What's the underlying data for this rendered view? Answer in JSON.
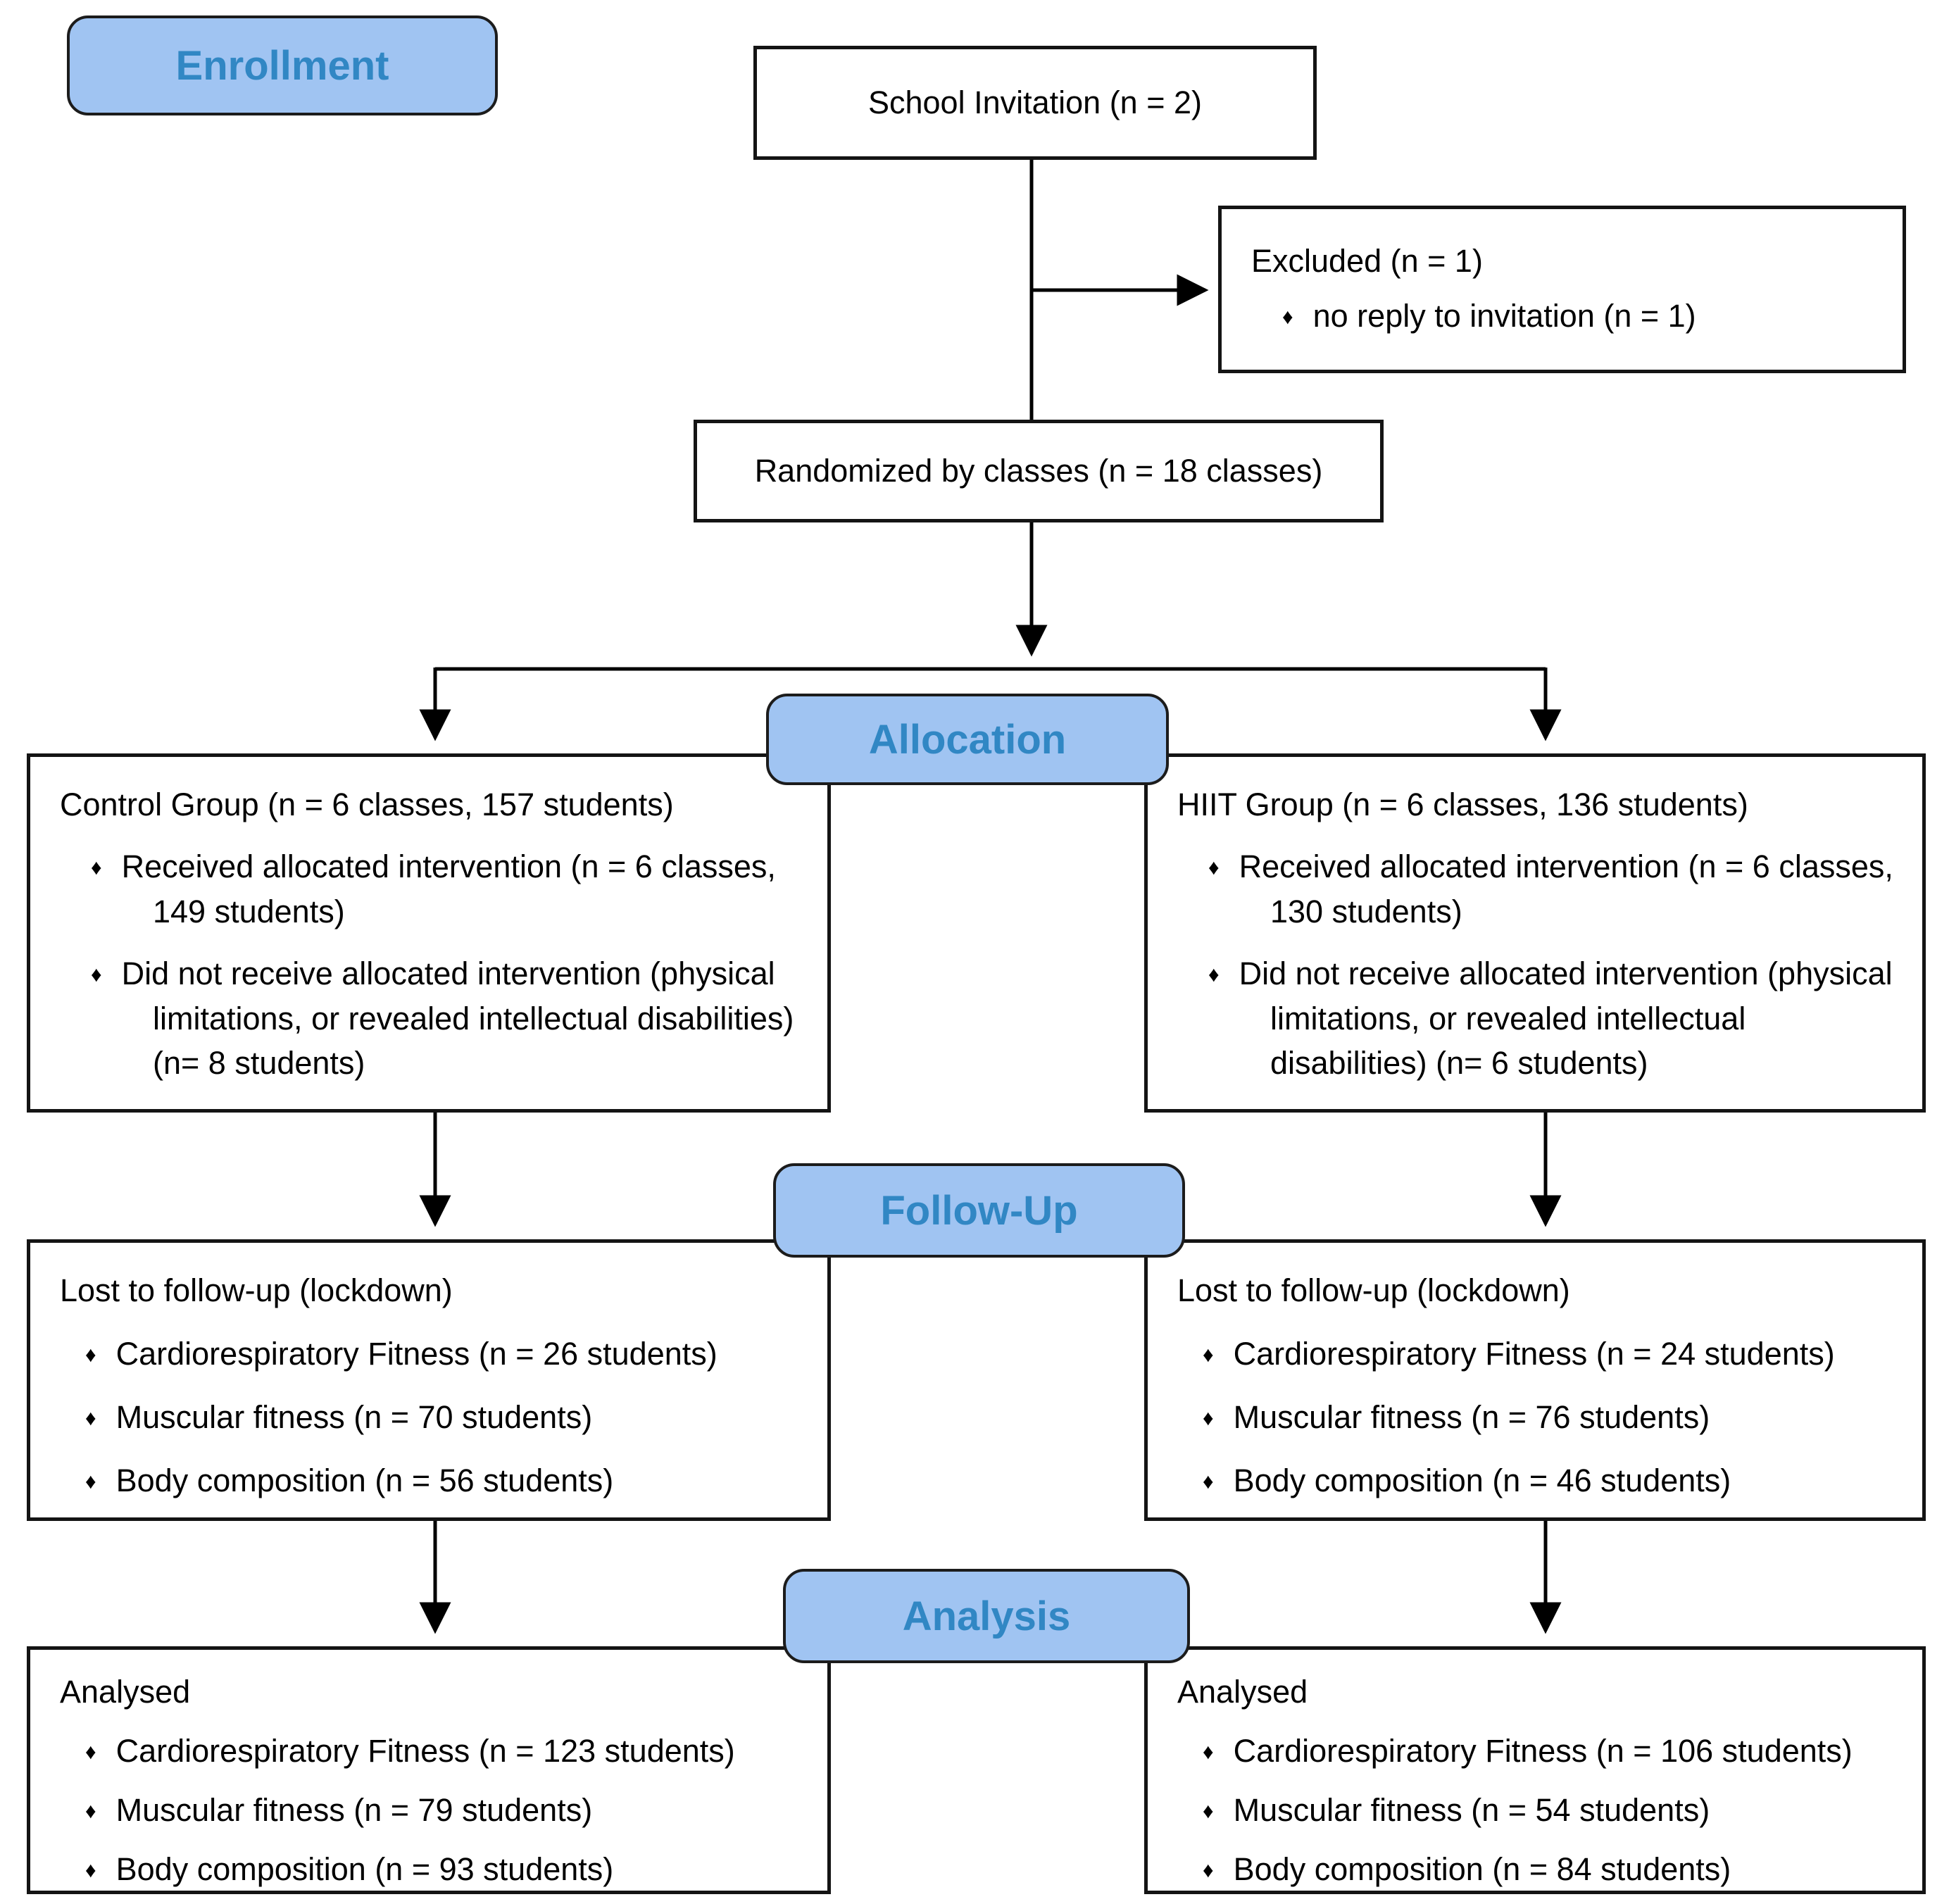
{
  "figure": {
    "kind": "CONSORT participant flow diagram"
  },
  "icons": {
    "bullet": "♦"
  },
  "colors": {
    "stage_fill": "#A0C4F2",
    "stage_text": "#3187C4",
    "box_border": "#141414",
    "connector": "#000000"
  },
  "stages": {
    "enrollment": "Enrollment",
    "allocation": "Allocation",
    "follow_up": "Follow-Up",
    "analysis": "Analysis"
  },
  "boxes": {
    "school_invitation": {
      "text": "School Invitation (n = 2)"
    },
    "excluded": {
      "title": "Excluded (n = 1)",
      "bullets": [
        "no reply to invitation (n = 1)"
      ]
    },
    "randomized": {
      "text": "Randomized by classes (n = 18 classes)"
    },
    "allocation_control": {
      "title": "Control Group (n = 6 classes, 157 students)",
      "bullets": [
        "Received allocated intervention (n = 6 classes, 149 students)",
        "Did not receive allocated intervention (physical limitations, or revealed intellectual disabilities) (n= 8 students)"
      ]
    },
    "allocation_hiit": {
      "title": "HIIT Group (n = 6 classes, 136 students)",
      "bullets": [
        "Received allocated intervention (n = 6 classes, 130 students)",
        "Did not receive allocated intervention (physical limitations, or revealed intellectual disabilities) (n= 6 students)"
      ]
    },
    "followup_control": {
      "title": "Lost to follow-up (lockdown)",
      "bullets": [
        "Cardiorespiratory Fitness (n = 26 students)",
        "Muscular fitness (n = 70 students)",
        "Body composition (n = 56 students)"
      ]
    },
    "followup_hiit": {
      "title": "Lost to follow-up (lockdown)",
      "bullets": [
        "Cardiorespiratory Fitness (n = 24 students)",
        "Muscular fitness (n = 76 students)",
        "Body composition (n = 46 students)"
      ]
    },
    "analysis_control": {
      "title": "Analysed",
      "bullets": [
        "Cardiorespiratory Fitness (n = 123 students)",
        "Muscular fitness (n = 79 students)",
        "Body composition (n = 93 students)"
      ]
    },
    "analysis_hiit": {
      "title": "Analysed",
      "bullets": [
        "Cardiorespiratory Fitness (n = 106 students)",
        "Muscular fitness (n = 54 students)",
        "Body composition (n = 84 students)"
      ]
    }
  }
}
